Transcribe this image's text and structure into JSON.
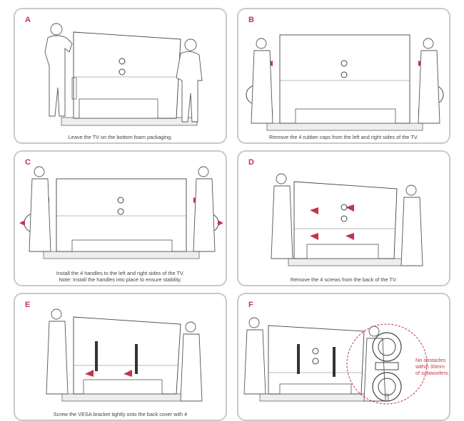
{
  "panels": [
    {
      "label": "A",
      "caption": [
        "Leave the TV on the bottom foam packaging."
      ]
    },
    {
      "label": "B",
      "caption": [
        "Remove the 4 rubber caps from the left and right sides of the TV."
      ]
    },
    {
      "label": "C",
      "caption": [
        "Install the 4 handles to the left and right sides of the TV.",
        "Note: Install the handles into place to ensure stability."
      ]
    },
    {
      "label": "D",
      "caption": [
        "Remove the 4 screws from the back of the TV."
      ]
    },
    {
      "label": "E",
      "caption": [
        "Screw the VESA bracket tightly onto the back cover with 4"
      ]
    },
    {
      "label": "F",
      "caption": []
    }
  ],
  "panel_f_note": [
    "No obstacles",
    "within 30mm",
    "of subwoofers."
  ],
  "colors": {
    "accent": "#c2354a",
    "frame": "#c9c9c9",
    "line": "#555555"
  }
}
